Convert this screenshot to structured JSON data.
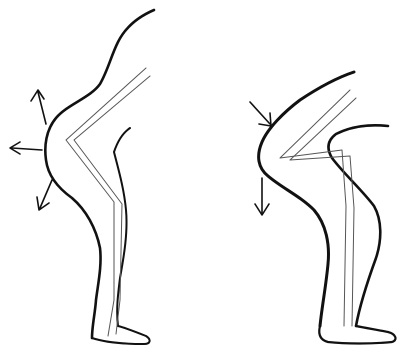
{
  "figure": {
    "panels": [
      {
        "id": "left",
        "arrow_count": 3,
        "arrow_directions": [
          "up-left",
          "left",
          "down-left"
        ]
      },
      {
        "id": "right",
        "arrow_count": 2,
        "arrow_directions": [
          "down-right",
          "down"
        ]
      }
    ],
    "colors": {
      "outline": "#111111",
      "skeleton_line": "#555555",
      "background": "#ffffff"
    }
  }
}
